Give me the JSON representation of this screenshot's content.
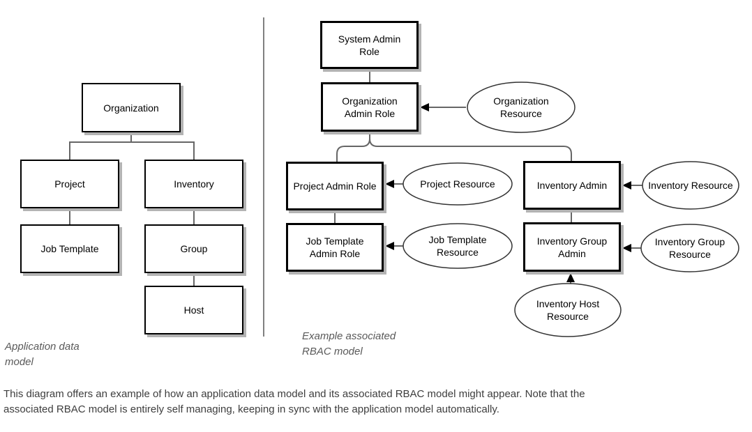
{
  "colors": {
    "box_border": "#000000",
    "box_fill": "#ffffff",
    "box_shadow": "#b3b3b3",
    "connector": "#666666",
    "divider": "#808080",
    "ellipse_stroke": "#333333",
    "diagram_label": "#595959",
    "caption_text": "#3d3d3d"
  },
  "left_diagram": {
    "label": "Application data\nmodel",
    "nodes": [
      {
        "label": "Organization"
      },
      {
        "label": "Project"
      },
      {
        "label": "Inventory"
      },
      {
        "label": "Job Template"
      },
      {
        "label": "Group"
      },
      {
        "label": "Host"
      }
    ]
  },
  "right_diagram": {
    "label": "Example associated\nRBAC model",
    "roles": [
      {
        "label": "System Admin\nRole"
      },
      {
        "label": "Organization\nAdmin Role"
      },
      {
        "label": "Project Admin Role"
      },
      {
        "label": "Job Template\nAdmin Role"
      },
      {
        "label": "Inventory Admin"
      },
      {
        "label": "Inventory Group\nAdmin"
      }
    ],
    "resources": [
      {
        "label": "Organization\nResource"
      },
      {
        "label": "Project Resource"
      },
      {
        "label": "Job Template\nResource"
      },
      {
        "label": "Inventory Resource"
      },
      {
        "label": "Inventory Group\nResource"
      },
      {
        "label": "Inventory Host\nResource"
      }
    ]
  },
  "caption": "This diagram offers an example of how an application data model and its associated RBAC model might appear. Note that the\nassociated RBAC model is entirely self managing, keeping in sync with the application model automatically."
}
